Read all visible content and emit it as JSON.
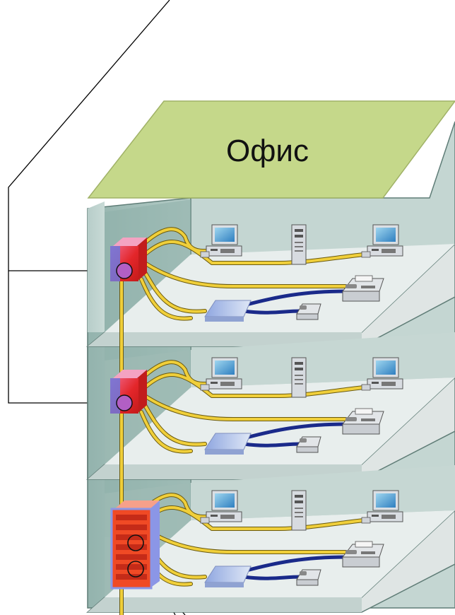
{
  "roof": {
    "label": "Офис"
  },
  "floors": [
    {
      "id": "floor-1",
      "hub": "switch",
      "devices": [
        "computer",
        "server",
        "computer",
        "fax",
        "phone",
        "access-point"
      ]
    },
    {
      "id": "floor-2",
      "hub": "switch",
      "devices": [
        "computer",
        "server",
        "computer",
        "fax",
        "phone",
        "access-point"
      ]
    },
    {
      "id": "floor-3",
      "hub": "rack",
      "devices": [
        "computer",
        "server",
        "computer",
        "fax",
        "phone",
        "access-point"
      ]
    }
  ],
  "colors": {
    "roof": "#c5d88a",
    "wall": "#a9c4be",
    "floor_slab": "#dfe5e4",
    "data_cable": "#f0cf3a",
    "phone_cable": "#23359c",
    "hub_red": "#e3262a",
    "hub_blue": "#6c78de",
    "rack_orange": "#f04a25"
  }
}
